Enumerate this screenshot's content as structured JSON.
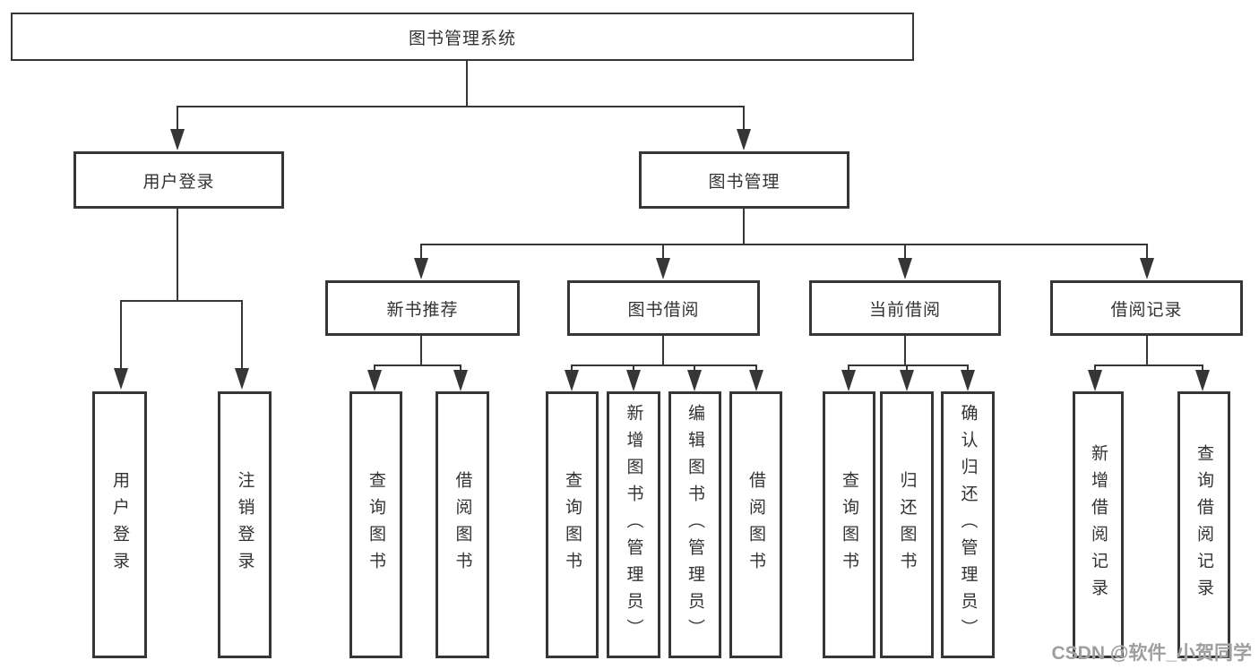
{
  "title": "图书管理系统",
  "nodes": {
    "user_login": "用户登录",
    "book_mgmt": "图书管理",
    "new_books": "新书推荐",
    "book_borrow": "图书借阅",
    "current_borrow": "当前借阅",
    "borrow_records": "借阅记录"
  },
  "leaves": [
    {
      "group": "user_login",
      "label": "用户登录"
    },
    {
      "group": "user_login",
      "label": "注销登录"
    },
    {
      "group": "new_books",
      "label": "查询图书"
    },
    {
      "group": "new_books",
      "label": "借阅图书"
    },
    {
      "group": "book_borrow",
      "label": "查询图书"
    },
    {
      "group": "book_borrow",
      "label": "新增图书（管理员）"
    },
    {
      "group": "book_borrow",
      "label": "编辑图书（管理员）"
    },
    {
      "group": "book_borrow",
      "label": "借阅图书"
    },
    {
      "group": "current_borrow",
      "label": "查询图书"
    },
    {
      "group": "current_borrow",
      "label": "归还图书"
    },
    {
      "group": "current_borrow",
      "label": "确认归还（管理员）"
    },
    {
      "group": "borrow_records",
      "label": "新增借阅记录"
    },
    {
      "group": "borrow_records",
      "label": "查询借阅记录"
    }
  ],
  "hierarchy": {
    "图书管理系统": [
      "用户登录",
      "图书管理"
    ],
    "用户登录": [
      "用户登录",
      "注销登录"
    ],
    "图书管理": [
      "新书推荐",
      "图书借阅",
      "当前借阅",
      "借阅记录"
    ],
    "新书推荐": [
      "查询图书",
      "借阅图书"
    ],
    "图书借阅": [
      "查询图书",
      "新增图书（管理员）",
      "编辑图书（管理员）",
      "借阅图书"
    ],
    "当前借阅": [
      "查询图书",
      "归还图书",
      "确认归还（管理员）"
    ],
    "借阅记录": [
      "新增借阅记录",
      "查询借阅记录"
    ]
  },
  "watermark": "CSDN @软件_小贺同学",
  "colors": {
    "line": "#363636",
    "text": "#333333",
    "background": "#ffffff",
    "watermark": "#9e9e9e"
  }
}
